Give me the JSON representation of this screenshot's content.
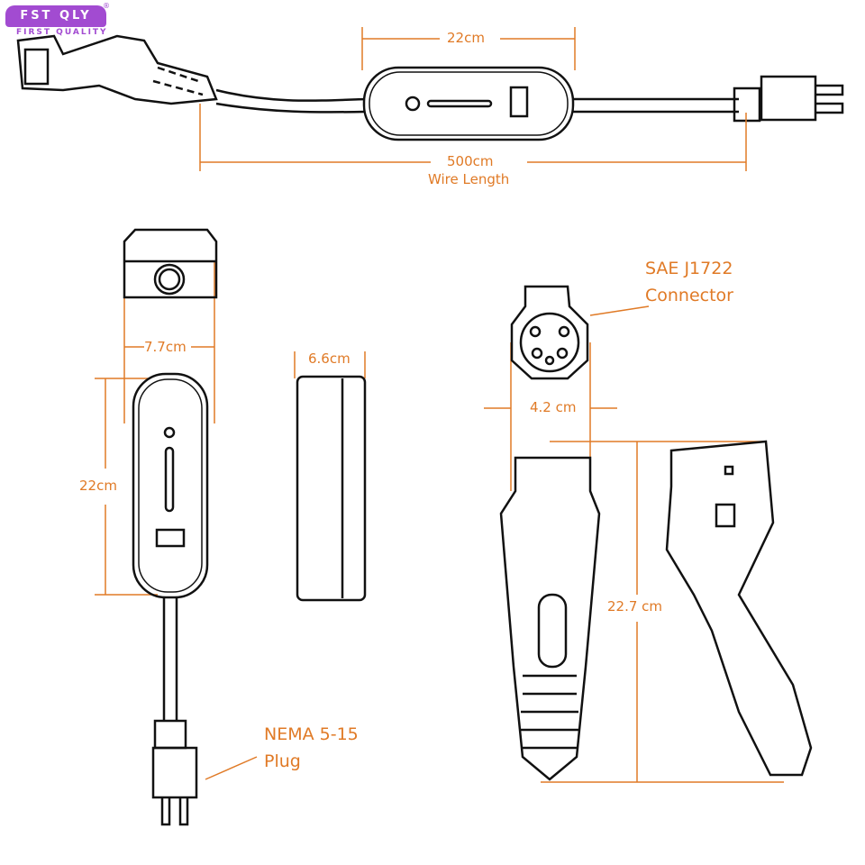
{
  "logo": {
    "brand": "FST QLY",
    "tagline": "FIRST QUALITY",
    "registered": "®"
  },
  "dimensions": {
    "box_length_top": "22cm",
    "wire_length_value": "500cm",
    "wire_length_label": "Wire Length",
    "box_width": "7.7cm",
    "box_height": "22cm",
    "box_depth": "6.6cm",
    "connector_width": "4.2 cm",
    "connector_length": "22.7 cm"
  },
  "callouts": {
    "connector_line1": "SAE J1722",
    "connector_line2": "Connector",
    "plug_line1": "NEMA 5-15",
    "plug_line2": "Plug"
  },
  "colors": {
    "accent": "#e07a26",
    "logo": "#a24bd1",
    "line": "#111111"
  }
}
